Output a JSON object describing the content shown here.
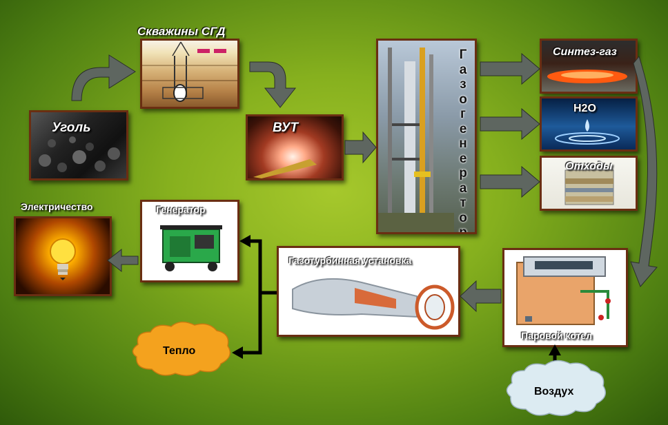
{
  "nodes": {
    "coal": "Уголь",
    "wells": "Скважины СГД",
    "vut": "ВУТ",
    "gasifier_letters": [
      "Г",
      "а",
      "з",
      "о",
      "г",
      "е",
      "н",
      "е",
      "р",
      "а",
      "т",
      "о",
      "р"
    ],
    "syngas": "Синтез-газ",
    "h2o": "H2O",
    "waste": "Отходы",
    "electricity": "Электричество",
    "generator": "Генератор",
    "gas_turbine": "Газотурбинная установка",
    "boiler": "Паровой котел",
    "heat": "Тепло",
    "air": "Воздух"
  },
  "colors": {
    "frame": "#6a2e12",
    "arrow_gray": "#5e6660",
    "background_green": "#86b01e",
    "cloud_orange": "#f4a21e",
    "cloud_blue": "#dcebf2"
  }
}
